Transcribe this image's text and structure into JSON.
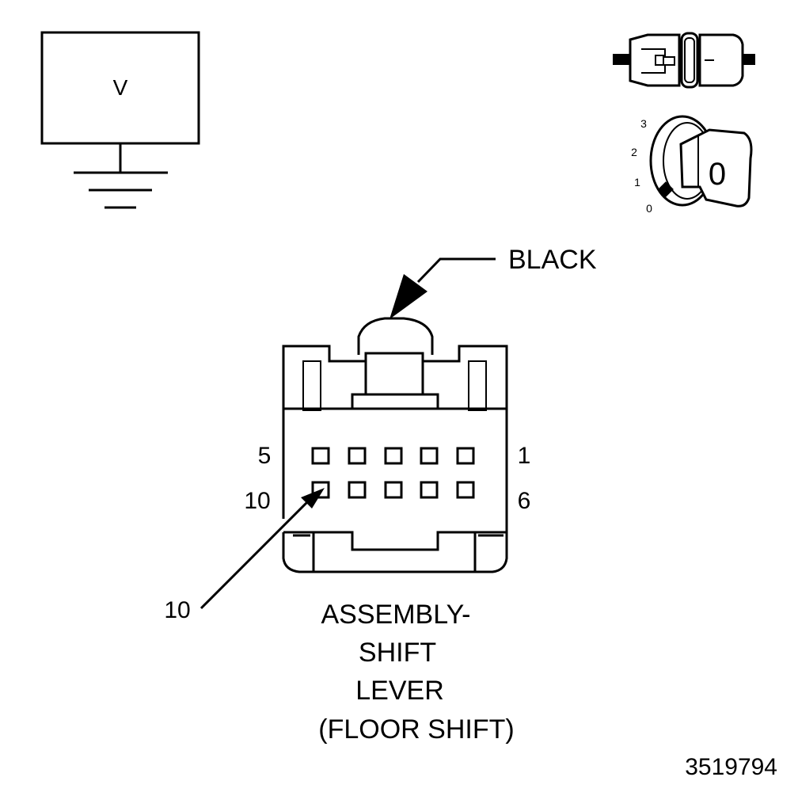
{
  "meter": {
    "symbol": "V"
  },
  "ignition": {
    "positions": [
      "3",
      "2",
      "1",
      "0"
    ],
    "key_label": "0"
  },
  "connector": {
    "color_label": "BLACK",
    "pin_top_left": "5",
    "pin_top_right": "1",
    "pin_bottom_left": "10",
    "pin_bottom_right": "6",
    "pointer_label": "10",
    "caption_lines": [
      "ASSEMBLY-",
      "SHIFT",
      "LEVER",
      "(FLOOR SHIFT)"
    ]
  },
  "figure_number": "3519794"
}
